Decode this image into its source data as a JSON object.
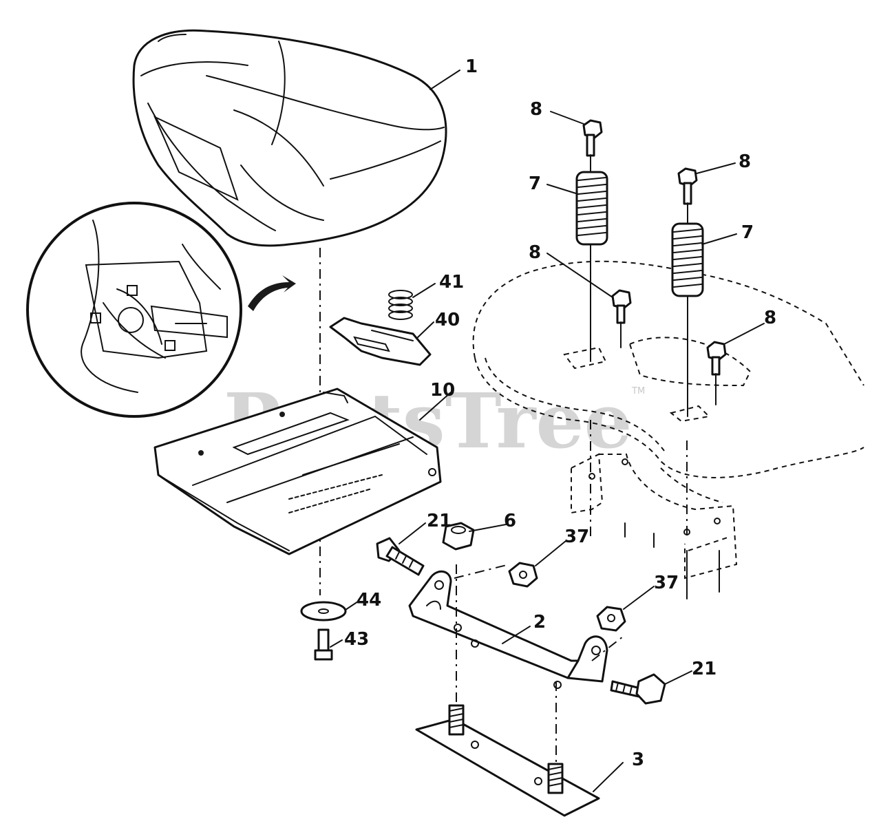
{
  "diagram": {
    "watermark": "PartsTree",
    "trademark": "TM",
    "callouts": [
      {
        "id": "c1",
        "label": "1"
      },
      {
        "id": "c8a",
        "label": "8"
      },
      {
        "id": "c8b",
        "label": "8"
      },
      {
        "id": "c8c",
        "label": "8"
      },
      {
        "id": "c8d",
        "label": "8"
      },
      {
        "id": "c7a",
        "label": "7"
      },
      {
        "id": "c7b",
        "label": "7"
      },
      {
        "id": "c41",
        "label": "41"
      },
      {
        "id": "c40",
        "label": "40"
      },
      {
        "id": "c10",
        "label": "10"
      },
      {
        "id": "c21a",
        "label": "21"
      },
      {
        "id": "c6",
        "label": "6"
      },
      {
        "id": "c37a",
        "label": "37"
      },
      {
        "id": "c37b",
        "label": "37"
      },
      {
        "id": "c44",
        "label": "44"
      },
      {
        "id": "c43",
        "label": "43"
      },
      {
        "id": "c2",
        "label": "2"
      },
      {
        "id": "c21b",
        "label": "21"
      },
      {
        "id": "c3",
        "label": "3"
      }
    ]
  }
}
